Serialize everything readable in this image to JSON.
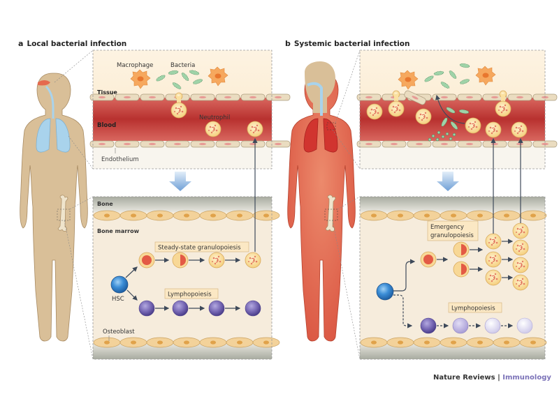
{
  "panels": [
    {
      "letter": "a",
      "title": "Local bacterial infection",
      "labels": {
        "macrophage": "Macrophage",
        "bacteria": "Bacteria",
        "tissue": "Tissue",
        "blood": "Blood",
        "neutrophil": "Neutrophil",
        "endothelium": "Endothelium",
        "bone": "Bone",
        "bone_marrow": "Bone marrow",
        "granulopoiesis": "Steady-state granulopoiesis",
        "lymphopoiesis": "Lymphopoiesis",
        "hsc": "HSC",
        "osteoblast": "Osteoblast"
      }
    },
    {
      "letter": "b",
      "title": "Systemic bacterial infection",
      "labels": {
        "granulopoiesis_line1": "Emergency",
        "granulopoiesis_line2": "granulopoiesis",
        "lymphopoiesis": "Lymphopoiesis"
      }
    }
  ],
  "footer": {
    "publisher": "Nature Reviews",
    "separator": " | ",
    "journal": "Immunology"
  },
  "colors": {
    "tissue_bg": "#fdf1dc",
    "blood": "#c0393b",
    "endothelial_cell": "#e8d9bd",
    "bone": "#b9bbb0",
    "osteoblast": "#f2cf95",
    "marrow_bg": "#f6ecdc",
    "neutrophil": "#fbe0a0",
    "hsc": "#3d8fd6",
    "lymphocyte": "#7d6fb8",
    "bacteria": "#8dc79a",
    "macrophage": "#f4a35c",
    "body_a": "#d9bf98",
    "body_b": "#e06a50",
    "lung_a": "#a9d3ec",
    "lung_b": "#d1342f",
    "arrow_dark": "#3e4a5a",
    "journal": "#7b72b8"
  }
}
